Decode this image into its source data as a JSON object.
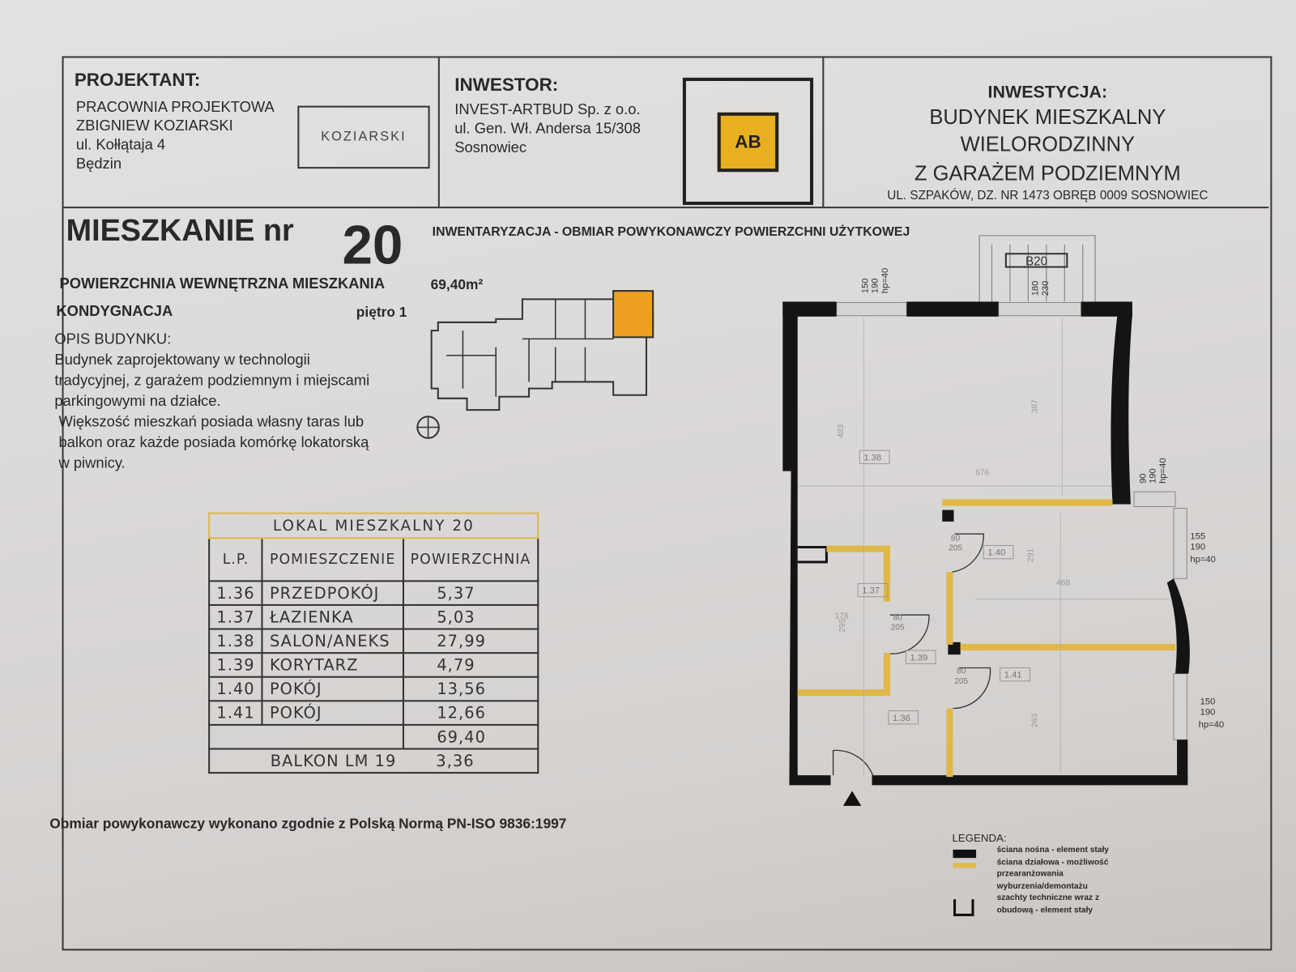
{
  "header": {
    "designer": {
      "label": "PROJEKTANT:",
      "lines": [
        "PRACOWNIA PROJEKTOWA",
        "ZBIGNIEW KOZIARSKI",
        "ul. Kołłątaja 4",
        "Będzin"
      ],
      "logo_text": "KOZIARSKI"
    },
    "investor": {
      "label": "INWESTOR:",
      "lines": [
        "INVEST-ARTBUD Sp. z o.o.",
        "ul. Gen. Wł. Andersa 15/308",
        "Sosnowiec"
      ],
      "logo_text": "AB",
      "logo_color": "#e8b021"
    },
    "investment": {
      "label": "INWESTYCJA:",
      "lines": [
        "BUDYNEK MIESZKALNY",
        "WIELORODZINNY",
        "Z GARAŻEM PODZIEMNYM"
      ],
      "address": "UL. SZPAKÓW, DZ. NR 1473 OBRĘB 0009 SOSNOWIEC"
    }
  },
  "apartment": {
    "title": "MIESZKANIE nr",
    "number": "20",
    "subtitle": "INWENTARYZACJA - OBMIAR POWYKONAWCZY POWIERZCHNI UŻYTKOWEJ",
    "area_label": "POWIERZCHNIA WEWNĘTRZNA MIESZKANIA",
    "area_value": "69,40m²",
    "floor_label": "KONDYGNACJA",
    "floor_value": "piętro 1",
    "description_label": "OPIS BUDYNKU:",
    "description_lines": [
      "Budynek zaprojektowany w technologii",
      "tradycyjnej, z garażem podziemnym i miejscami",
      "parkingowymi na działce.",
      " Większość mieszkań posiada własny taras lub",
      " balkon oraz każde posiada komórkę lokatorską",
      " w piwnicy."
    ]
  },
  "table": {
    "caption": "LOKAL MIESZKALNY 20",
    "columns": [
      "L.P.",
      "POMIESZCZENIE",
      "POWIERZCHNIA"
    ],
    "rows": [
      {
        "lp": "1.36",
        "room": "PRZEDPOKÓJ",
        "area": "5,37"
      },
      {
        "lp": "1.37",
        "room": "ŁAZIENKA",
        "area": "5,03"
      },
      {
        "lp": "1.38",
        "room": "SALON/ANEKS",
        "area": "27,99"
      },
      {
        "lp": "1.39",
        "room": "KORYTARZ",
        "area": "4,79"
      },
      {
        "lp": "1.40",
        "room": "POKÓJ",
        "area": "13,56"
      },
      {
        "lp": "1.41",
        "room": "POKÓJ",
        "area": "12,66"
      }
    ],
    "total": "69,40",
    "balcony_label": "BALKON LM 19",
    "balcony_value": "3,36"
  },
  "footer_note": "Obmiar powykonawczy wykonano zgodnie z Polską Normą PN-ISO 9836:1997",
  "legend": {
    "title": "LEGENDA:",
    "items": [
      {
        "text": "ściana nośna - element stały",
        "color": "#111111"
      },
      {
        "text": "ściana działowa - możliwość przearanżowania wyburzenia/demontażu",
        "color": "#e0b84a"
      },
      {
        "text": "szachty techniczne wraz z obudową - element stały"
      }
    ]
  },
  "plan": {
    "balcony_tag": "B20",
    "windows": {
      "w1": [
        "150",
        "190",
        "hp=40"
      ],
      "w2": [
        "180",
        "230"
      ],
      "w3": [
        "90",
        "190",
        "hp=40"
      ],
      "w4": [
        "155",
        "190",
        "hp=40"
      ],
      "w5": [
        "150",
        "190",
        "hp=40"
      ]
    },
    "rooms": [
      "1.36",
      "1.37",
      "1.38",
      "1.39",
      "1.40",
      "1.41"
    ],
    "door_dims": {
      "width": "80",
      "height": "205"
    },
    "dims": [
      "483",
      "387",
      "676",
      "468",
      "291",
      "263",
      "178",
      "295"
    ],
    "accent_color": "#e0b84a",
    "highlight_color": "#f0a020"
  }
}
